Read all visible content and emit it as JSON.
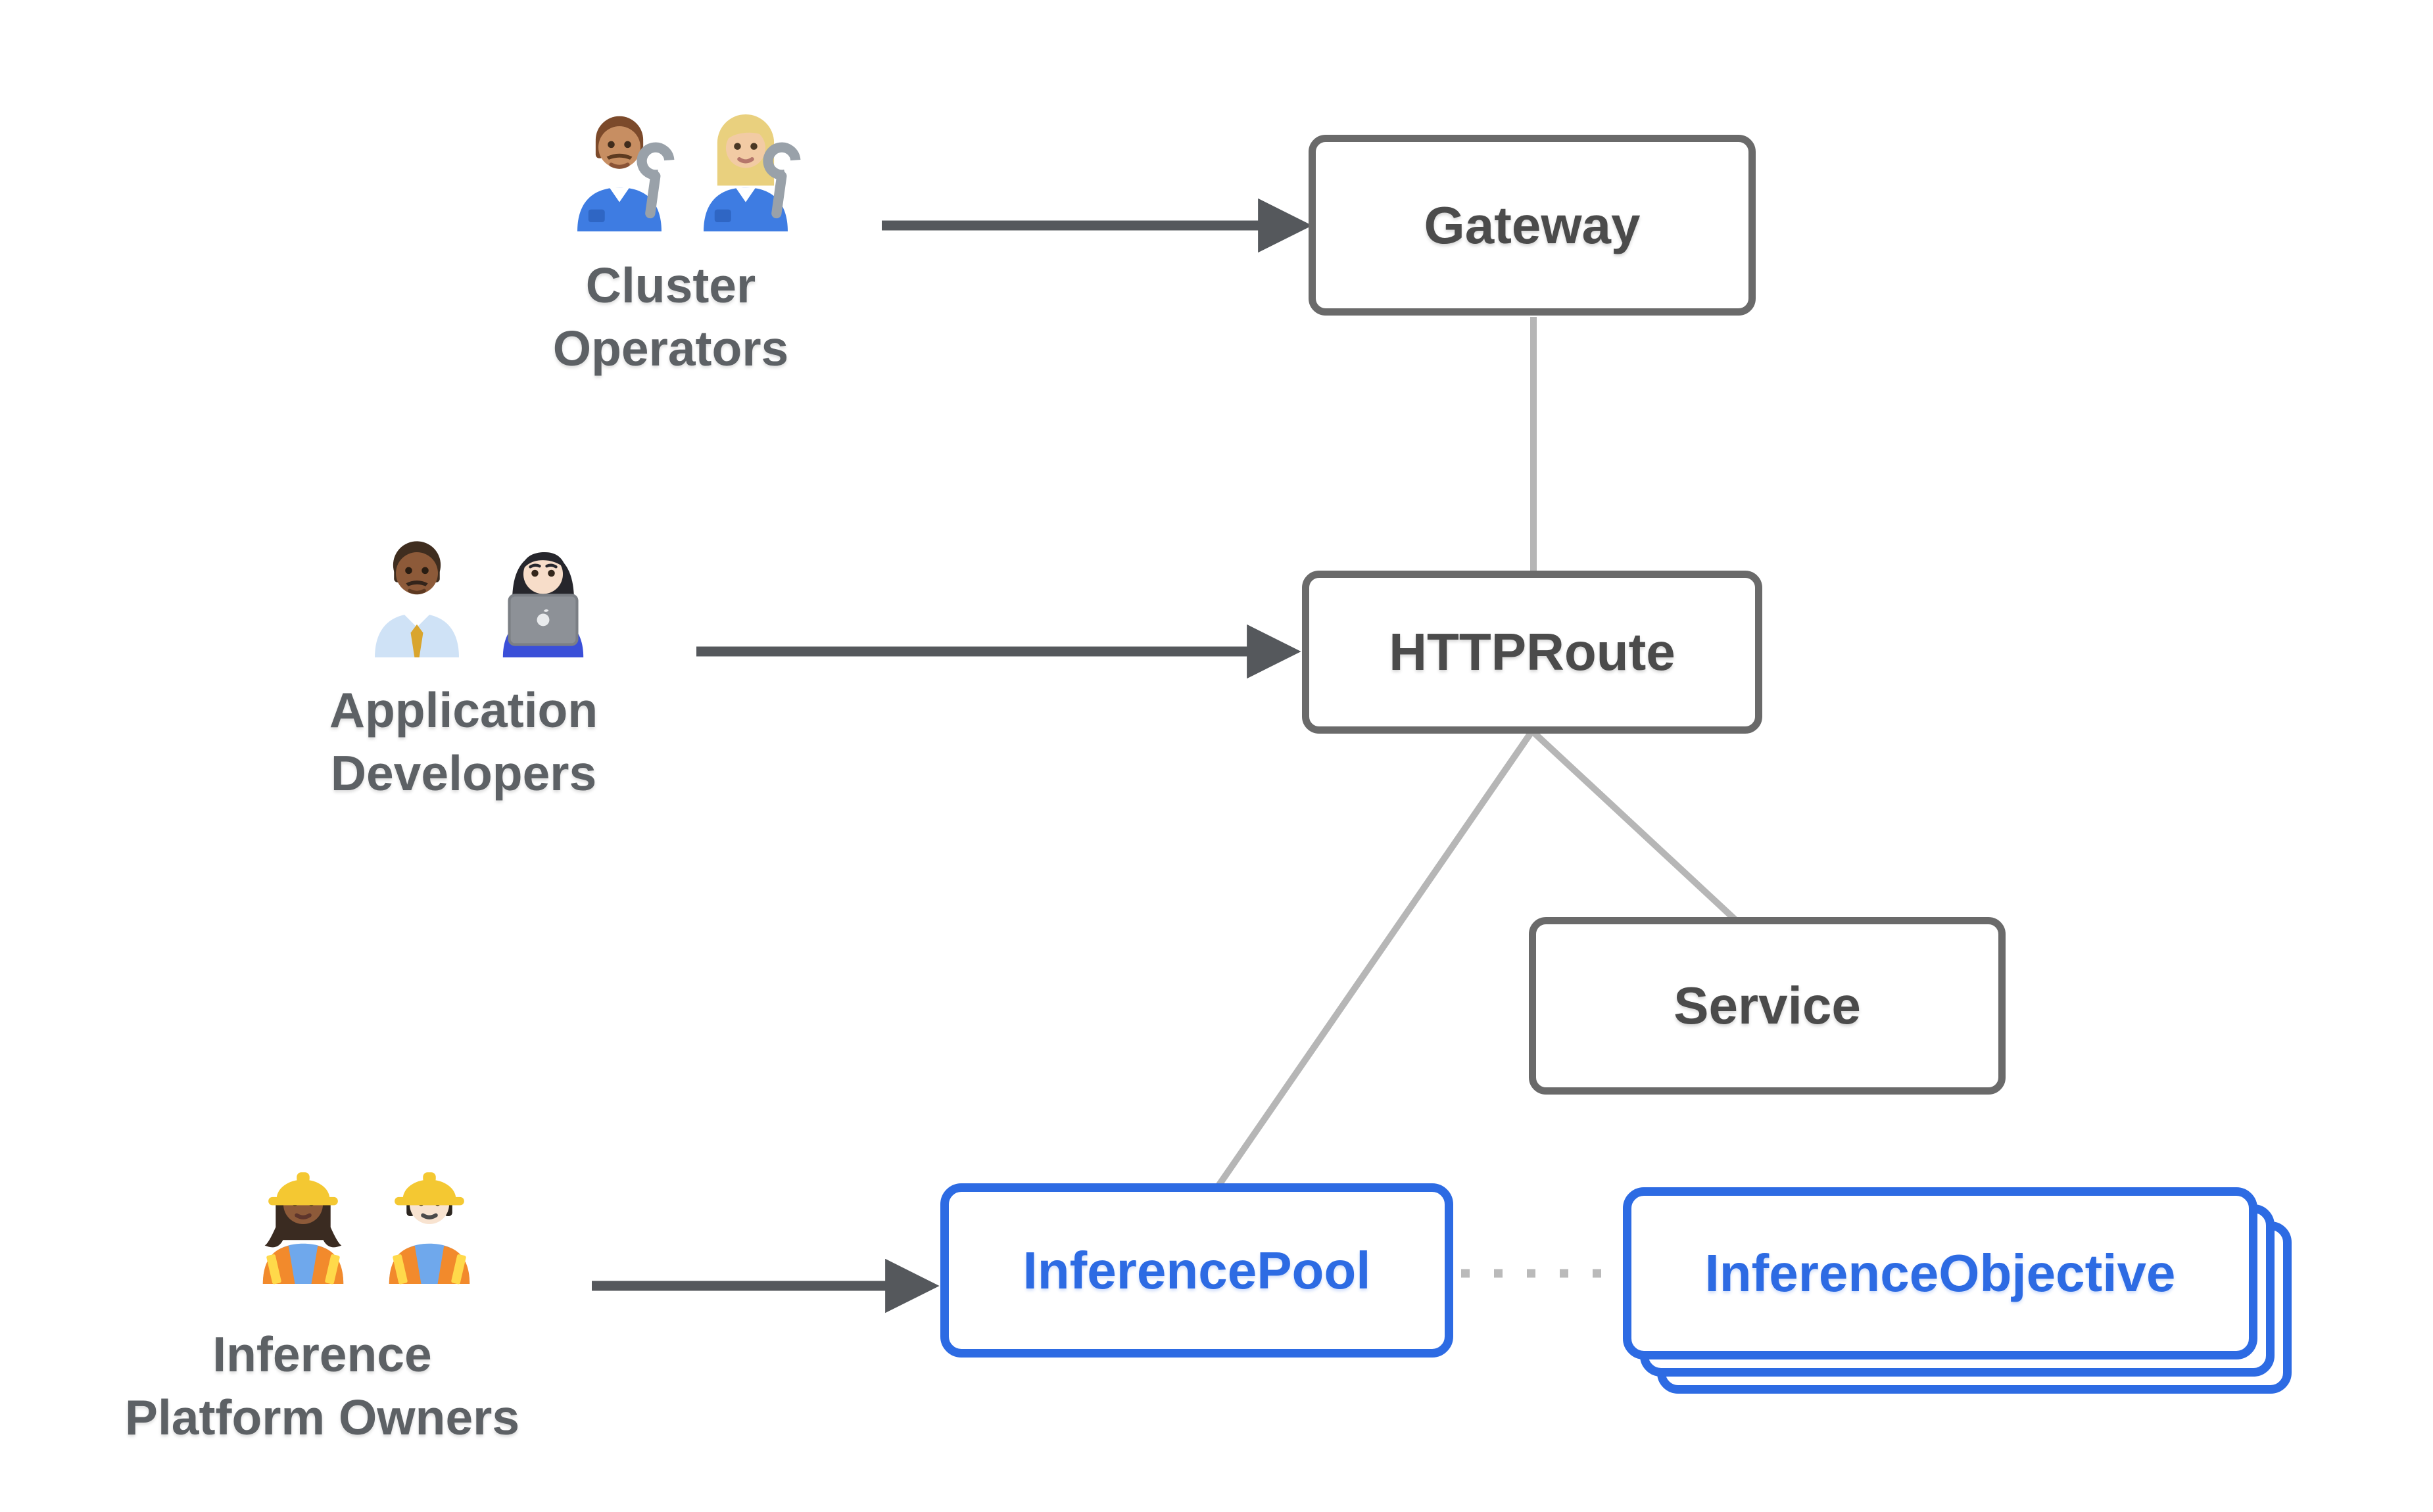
{
  "title": "Gateway API Inference Extension resource model diagram",
  "colors": {
    "blue": "#2d6be3",
    "node_border": "#6a6a6a",
    "node_text": "#4b4b4b",
    "actor_text": "#5d6165",
    "arrow_dark": "#55585c",
    "line_light": "#b6b6b6",
    "line_dotted": "#bababa",
    "bg": "#ffffff"
  },
  "actors": {
    "cluster_operators": {
      "line1": "Cluster",
      "line2": "Operators",
      "icons": [
        "man-mechanic",
        "woman-mechanic"
      ]
    },
    "application_developers": {
      "line1": "Application",
      "line2": "Developers",
      "icons": [
        "man-office-worker",
        "woman-technologist"
      ]
    },
    "inference_platform_owners": {
      "line1": "Inference",
      "line2": "Platform Owners",
      "icons": [
        "woman-construction-worker",
        "man-construction-worker"
      ]
    }
  },
  "nodes": {
    "gateway": {
      "label": "Gateway",
      "variant": "gray"
    },
    "httproute": {
      "label": "HTTPRoute",
      "variant": "gray"
    },
    "service": {
      "label": "Service",
      "variant": "gray"
    },
    "inference_pool": {
      "label": "InferencePool",
      "variant": "blue"
    },
    "inference_objective": {
      "label": "InferenceObjective",
      "variant": "blue",
      "stacked": true
    }
  },
  "edges": [
    {
      "from": "cluster_operators",
      "to": "gateway",
      "style": "dark-arrow"
    },
    {
      "from": "application_developers",
      "to": "httproute",
      "style": "dark-arrow"
    },
    {
      "from": "inference_platform_owners",
      "to": "inference_pool",
      "style": "dark-arrow"
    },
    {
      "from": "gateway",
      "to": "httproute",
      "style": "light-line"
    },
    {
      "from": "httproute",
      "to": "inference_pool",
      "style": "light-line"
    },
    {
      "from": "httproute",
      "to": "service",
      "style": "light-line"
    },
    {
      "from": "inference_pool",
      "to": "inference_objective",
      "style": "dotted-line"
    }
  ]
}
